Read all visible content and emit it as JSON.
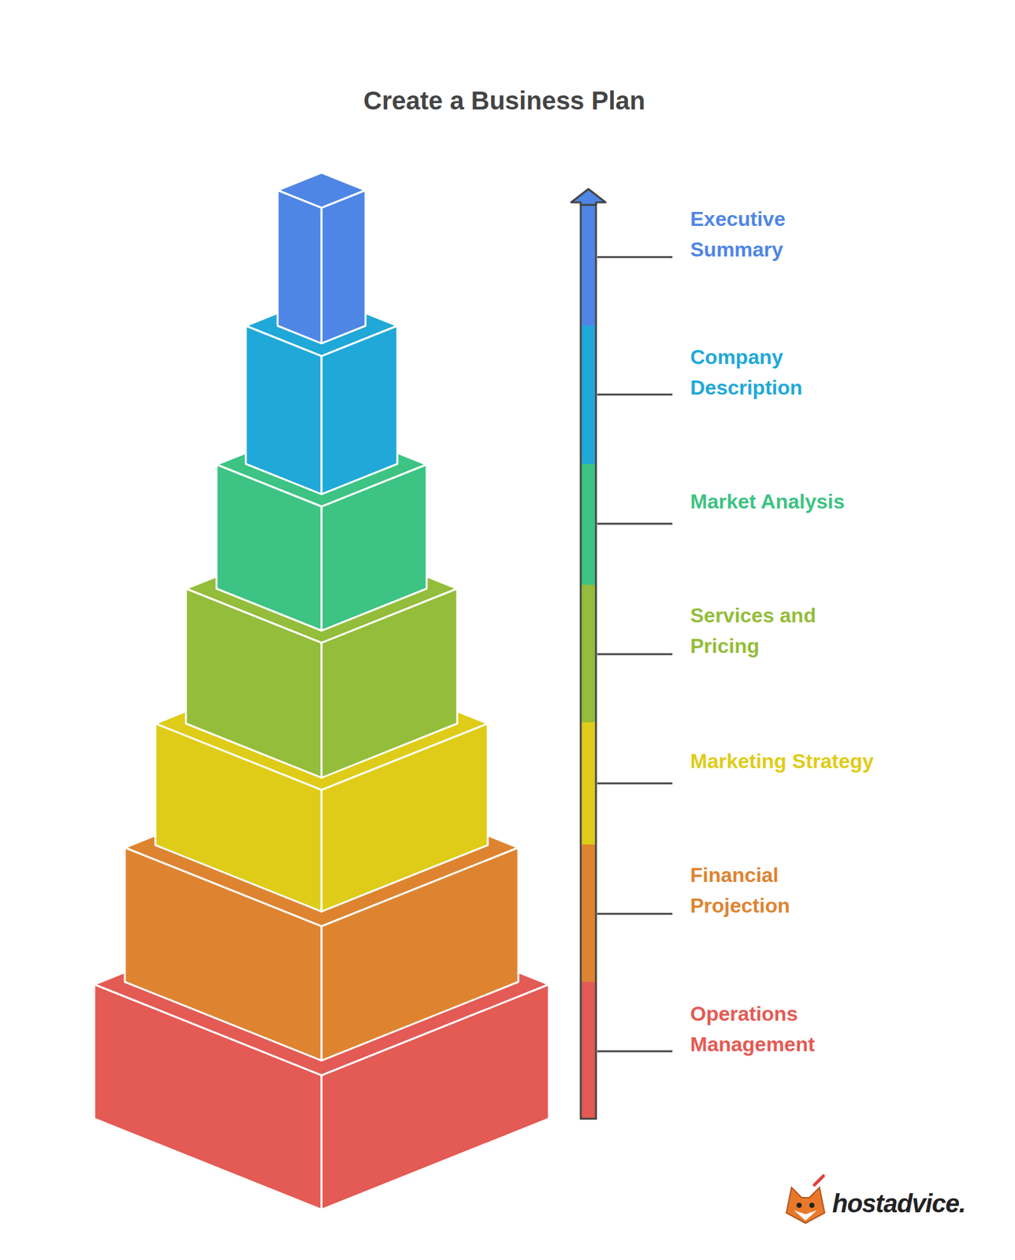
{
  "diagram": {
    "title": "Create a Business Plan",
    "labels": [
      "Executive Summary",
      "Company Description",
      "Market Analysis",
      "Services and Pricing",
      "Marketing Strategy",
      "Financial Projection",
      "Operations Management",
      "hostadvice."
    ]
  }
}
